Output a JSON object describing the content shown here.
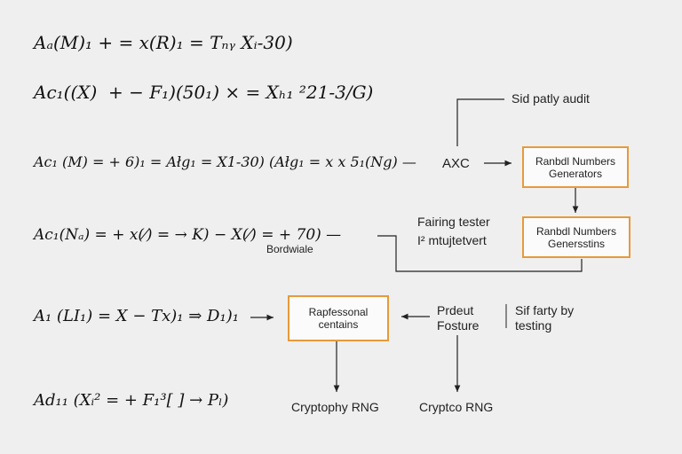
{
  "equations": [
    "Aₐ(M)₁ + = x(R)₁ = Tₙᵧ Xᵢ-30)",
    "Ac₁((X)  + − F₁)(50₁) × = Xₕ₁ ²21-3/G)",
    "Ac₁ (M) = + 6)₁ = Ałg₁ = X1-30) (Ałg₁ = x x 5₁(Ng) —",
    "Ac₁(Nₐ) = + x(⁄) = → K) − X(⁄) = + 70) —",
    "A₁ (LI₁) = X − Tx)₁ ⇒ D₁)₁",
    "Ad₁₁ (Xᵢ² = + F₁³[ ] → Pₗ)"
  ],
  "annotations": {
    "bordwiale": "Bordwiale",
    "axc": "AXC",
    "sid_audit": "Sid patly audit",
    "fairing_tester_1": "Fairing tester",
    "fairing_tester_2": "I² mtujtetvert",
    "prdeut_1": "Prdeut",
    "prdeut_2": "Fosture",
    "self_testing_1": "Sif farty by",
    "self_testing_2": "testing",
    "crypto_rng_left": "Cryptophy RNG",
    "crypto_rng_right": "Cryptco RNG"
  },
  "boxes": {
    "rng1_line1": "Ranbdl Numbers",
    "rng1_line2": "Generators",
    "rng2_line1": "Ranbdl Numbers",
    "rng2_line2": "Genersstins",
    "prof_line1": "Rapfessonal",
    "prof_line2": "centains"
  },
  "colors": {
    "box_border": "#e69a3c",
    "background": "#efefef",
    "line": "#222222"
  }
}
